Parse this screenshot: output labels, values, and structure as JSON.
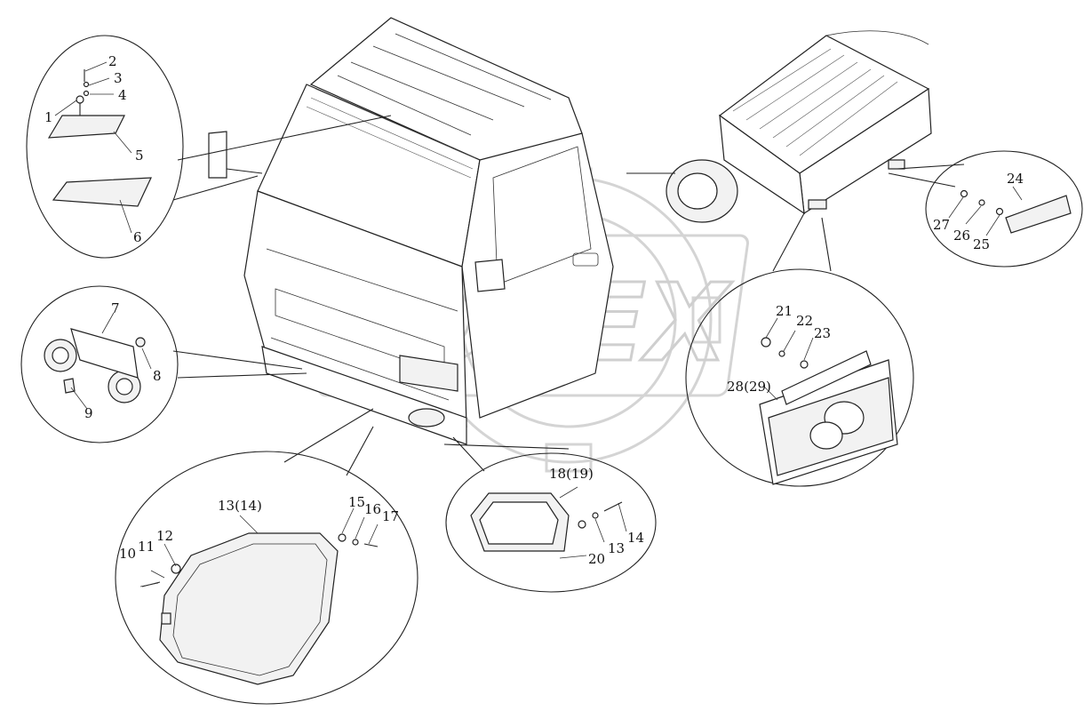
{
  "watermark": {
    "text": "OPEX"
  },
  "callouts": {
    "c1": "1",
    "c2": "2",
    "c3": "3",
    "c4": "4",
    "c5": "5",
    "c6": "6",
    "c7": "7",
    "c8": "8",
    "c9": "9",
    "c10": "10",
    "c11": "11",
    "c12": "12",
    "c13_14": "13(14)",
    "c15": "15",
    "c16": "16",
    "c17": "17",
    "c18_19": "18(19)",
    "c20": "20",
    "c13": "13",
    "c14": "14",
    "c21": "21",
    "c22": "22",
    "c23": "23",
    "c28_29": "28(29)",
    "c24": "24",
    "c25": "25",
    "c26": "26",
    "c27": "27"
  },
  "colors": {
    "line": "#222222",
    "watermark": "#d0d0d0",
    "background": "#ffffff"
  }
}
